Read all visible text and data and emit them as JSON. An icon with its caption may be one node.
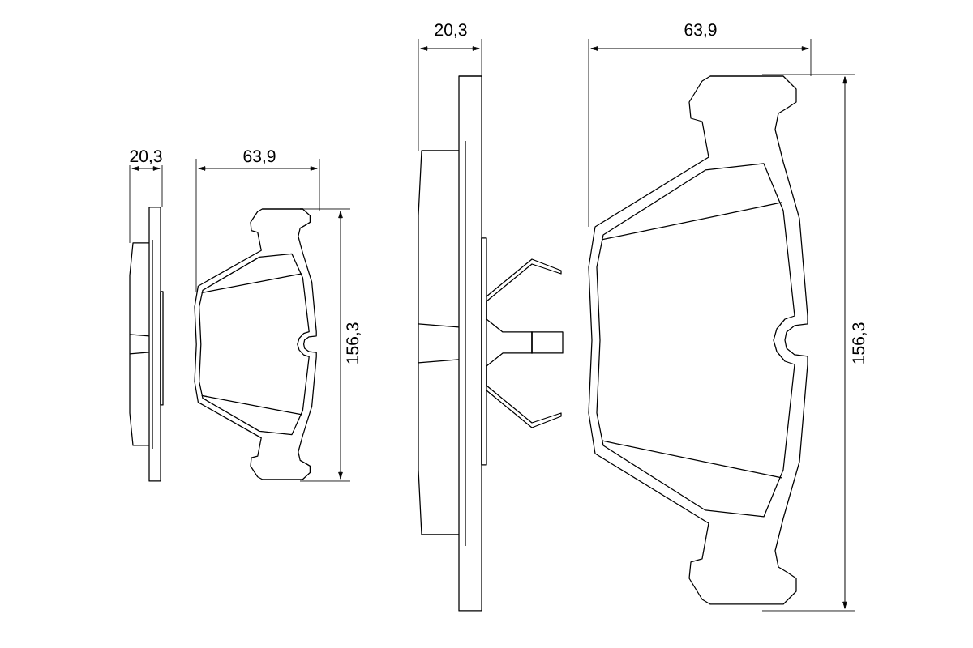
{
  "diagram": {
    "labels": [
      "20,3",
      "63,9",
      "156,3",
      "20,3",
      "63,9",
      "156,3"
    ]
  }
}
